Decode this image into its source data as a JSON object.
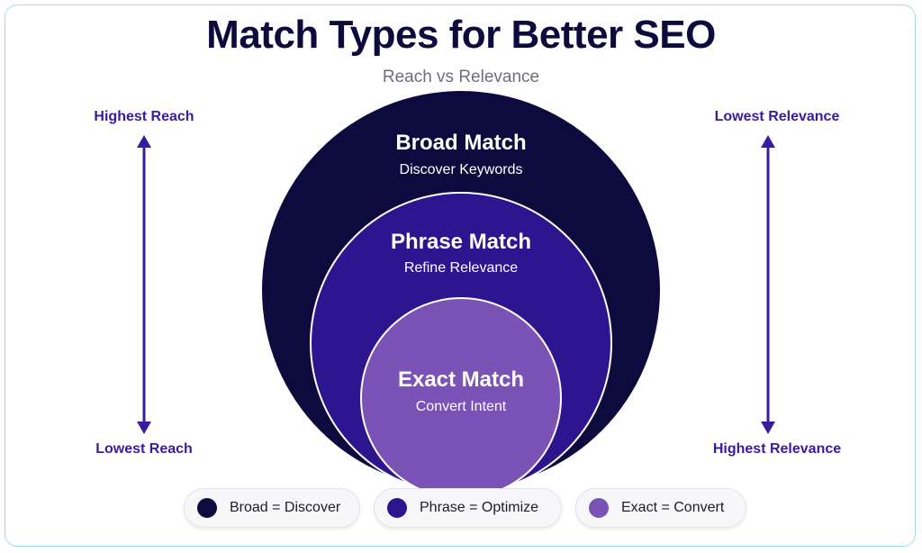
{
  "header": {
    "title": "Match Types for Better SEO",
    "subtitle": "Reach vs Relevance"
  },
  "left_scale": {
    "top_label": "Highest Reach",
    "bottom_label": "Lowest Reach"
  },
  "right_scale": {
    "top_label": "Lowest Relevance",
    "bottom_label": "Highest Relevance"
  },
  "circles": {
    "broad": {
      "title": "Broad Match",
      "subtitle": "Discover Keywords",
      "color": "#0d0b3d"
    },
    "phrase": {
      "title": "Phrase Match",
      "subtitle": "Refine Relevance",
      "color": "#2d1590"
    },
    "exact": {
      "title": "Exact Match",
      "subtitle": "Convert Intent",
      "color": "#7b52b6"
    }
  },
  "legend": [
    {
      "label": "Broad = Discover",
      "color": "#0d0b3d"
    },
    {
      "label": "Phrase = Optimize",
      "color": "#2d1590"
    },
    {
      "label": "Exact = Convert",
      "color": "#7b52b6"
    }
  ],
  "accent_color": "#3a1ba0"
}
